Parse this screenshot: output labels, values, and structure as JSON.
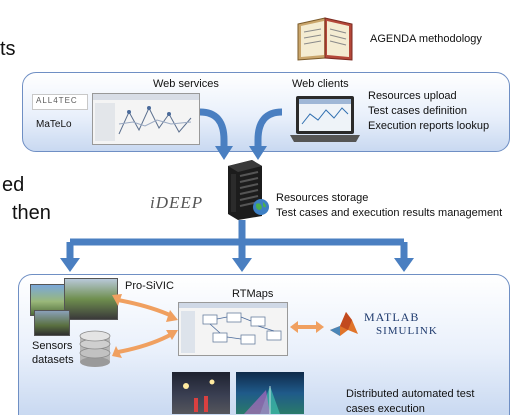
{
  "left_text_fragments": [
    "ts",
    "ed",
    "then"
  ],
  "agenda": {
    "label": "AGENDA methodology"
  },
  "top_panel": {
    "web_services_label": "Web services",
    "web_clients_label": "Web clients",
    "alltec_logo": "ALL4TEC",
    "matelo_label": "MaTeLo",
    "client_features": [
      "Resources upload",
      "Test cases definition",
      "Execution reports lookup"
    ]
  },
  "server": {
    "ideep_logo": "iDEEP",
    "lines": [
      "Resources storage",
      "Test cases and execution results management"
    ]
  },
  "bottom_panel": {
    "prosivic_label": "Pro-SiVIC",
    "rtmaps_label": "RTMaps",
    "sensors_label_lines": [
      "Sensors",
      "datasets"
    ],
    "matlab_logo_lines": [
      "MATLAB",
      "SIMULINK"
    ],
    "execution_lines": [
      "Distributed automated test",
      "cases execution"
    ]
  },
  "colors": {
    "blue_arrow": "#4a7fc1",
    "orange_arrow": "#f0a060",
    "panel_border": "#6f8fc4"
  }
}
